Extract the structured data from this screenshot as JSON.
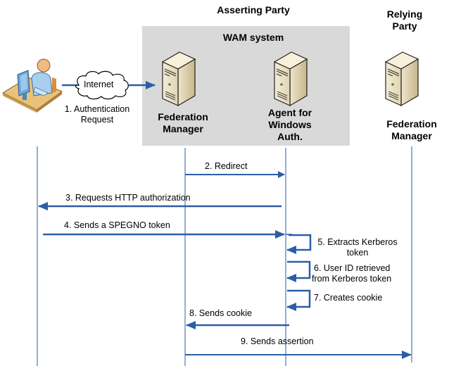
{
  "title": "WAM federation sequence with Windows authentication",
  "colors": {
    "arrow": "#2a5ea8",
    "lifeline": "#2a5ea8",
    "wam_box": "#d9d9d9",
    "text": "#000000"
  },
  "groups": {
    "asserting_party": "Asserting Party",
    "wam_system": "WAM system",
    "relying_party_line1": "Relying",
    "relying_party_line2": "Party"
  },
  "nodes": {
    "user": {
      "icon": "user-at-computer-icon"
    },
    "internet": {
      "label": "Internet",
      "icon": "cloud-icon"
    },
    "fed_manager_ap": {
      "line1": "Federation",
      "line2": "Manager",
      "icon": "server-icon"
    },
    "agent": {
      "line1": "Agent for",
      "line2": "Windows",
      "line3": "Auth.",
      "icon": "server-icon"
    },
    "fed_manager_rp": {
      "line1": "Federation",
      "line2": "Manager",
      "icon": "server-icon"
    }
  },
  "messages": [
    {
      "step": 1,
      "line1": "1. Authentication",
      "line2": "Request",
      "from": "user",
      "to": "fed_manager_ap"
    },
    {
      "step": 2,
      "text": "2. Redirect",
      "from": "fed_manager_ap",
      "to": "agent"
    },
    {
      "step": 3,
      "text": "3. Requests HTTP authorization",
      "from": "agent",
      "to": "user"
    },
    {
      "step": 4,
      "text": "4. Sends a SPEGNO token",
      "from": "user",
      "to": "agent"
    },
    {
      "step": 5,
      "line1": "5. Extracts Kerberos",
      "line2": "token",
      "from": "agent",
      "to": "agent"
    },
    {
      "step": 6,
      "line1": "6. User ID retrieved",
      "line2": "from Kerberos token",
      "from": "agent",
      "to": "agent"
    },
    {
      "step": 7,
      "text": "7. Creates cookie",
      "from": "agent",
      "to": "agent"
    },
    {
      "step": 8,
      "text": "8. Sends cookie",
      "from": "agent",
      "to": "fed_manager_ap"
    },
    {
      "step": 9,
      "text": "9. Sends assertion",
      "from": "fed_manager_ap",
      "to": "fed_manager_rp"
    }
  ]
}
